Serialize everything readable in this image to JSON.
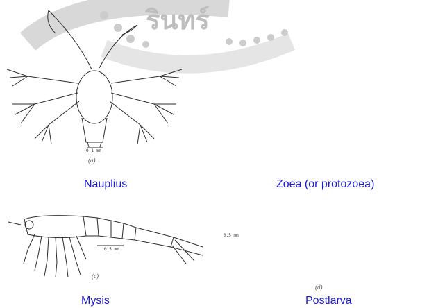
{
  "watermark": {
    "text": "รินทร์",
    "color": "#cfcfcf"
  },
  "panels": [
    {
      "id": "a",
      "figure_letter": "(a)",
      "stage_label": "Nauplius",
      "scale_text": "0.1 mm"
    },
    {
      "id": "b",
      "figure_letter": "",
      "stage_label": "Zoea (or protozoea)",
      "scale_text": ""
    },
    {
      "id": "c",
      "figure_letter": "(c)",
      "stage_label": "Mysis",
      "scale_text": "0.5 mm"
    },
    {
      "id": "d",
      "figure_letter": "(d)",
      "stage_label": "Postlarva",
      "scale_text": "0.5 mm"
    }
  ],
  "colors": {
    "label": "#1a1adb",
    "line": "#2b2b2b"
  }
}
